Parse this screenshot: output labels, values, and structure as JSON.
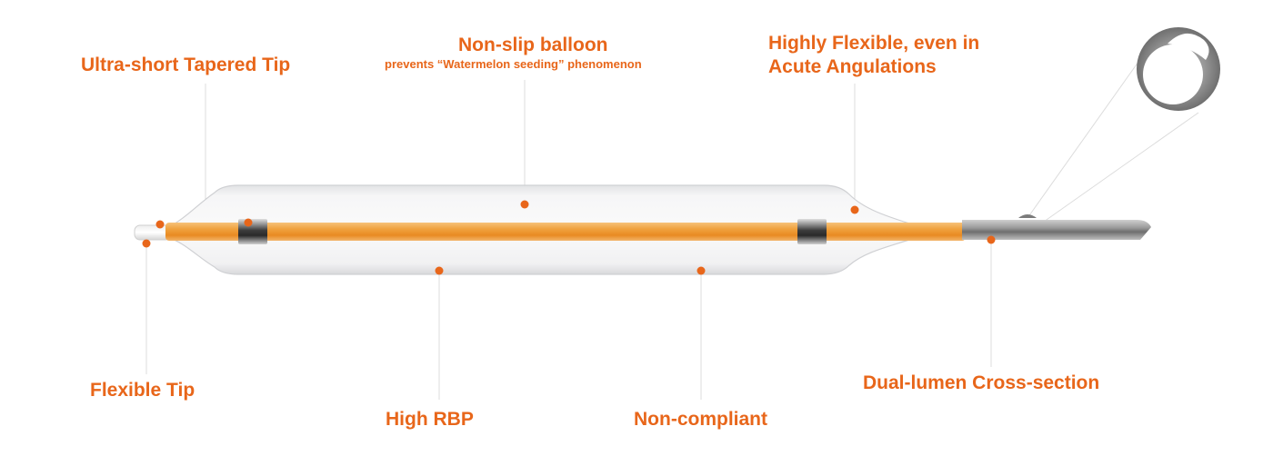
{
  "labels": {
    "ultra_short_tip": "Ultra-short Tapered Tip",
    "non_slip_title": "Non-slip balloon",
    "non_slip_sub": "prevents “Watermelon seeding” phenomenon",
    "highly_flexible_line1": "Highly Flexible, even in",
    "highly_flexible_line2": "Acute Angulations",
    "flexible_tip": "Flexible Tip",
    "high_rbp": "High RBP",
    "non_compliant": "Non-compliant",
    "dual_lumen": "Dual-lumen Cross-section"
  },
  "colors": {
    "accent": "#e8661a",
    "shaft": "#f0a040",
    "balloon": "#e9eaec",
    "leader_line": "#dcdcdc",
    "metal": "#8a8a8a"
  },
  "icons": {
    "cross_section": "dual-lumen-cross-section-icon",
    "marker": "radiopaque-marker-band"
  }
}
